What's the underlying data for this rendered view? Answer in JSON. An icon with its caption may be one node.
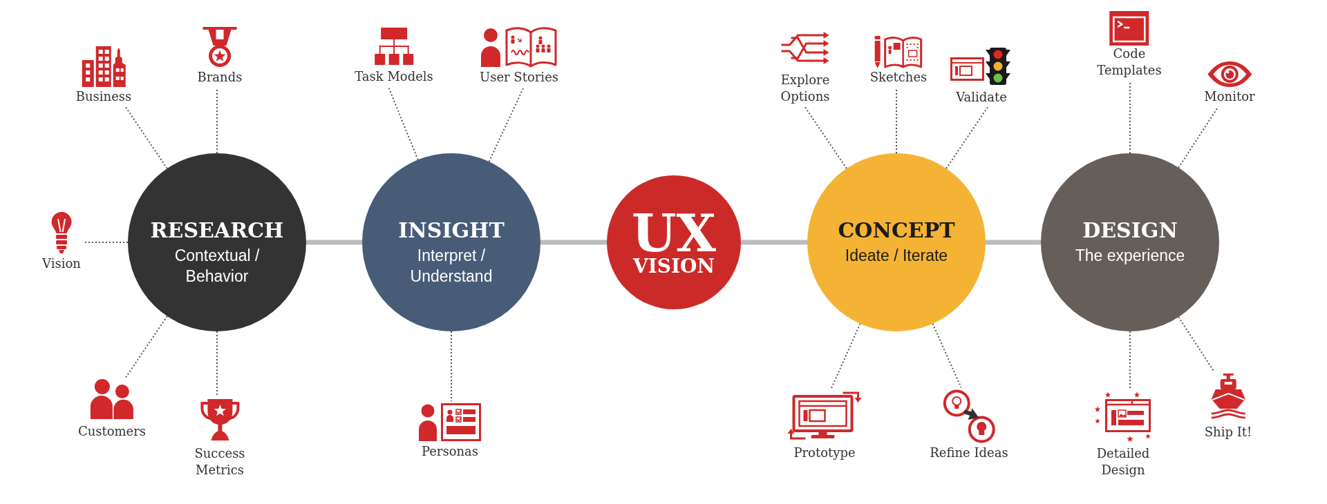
{
  "diagram": {
    "nodes": [
      {
        "text": [
          "RESEARCH",
          "Contextual / Behavior"
        ]
      },
      {
        "text": [
          "Business"
        ]
      },
      {
        "text": [
          "Brands"
        ]
      },
      {
        "text": [
          "Vision"
        ]
      },
      {
        "text": [
          "Customers"
        ]
      },
      {
        "text": [
          "Success Metrics"
        ]
      },
      {
        "text": [
          "INSIGHT",
          "Interpret / Understand"
        ]
      },
      {
        "text": [
          "Task Models"
        ]
      },
      {
        "text": [
          "User Stories"
        ]
      },
      {
        "text": [
          "Personas"
        ]
      },
      {
        "text": [
          "UX",
          "VISION"
        ]
      },
      {
        "text": [
          "CONCEPT",
          "Ideate / Iterate"
        ]
      },
      {
        "text": [
          "Explore Options"
        ]
      },
      {
        "text": [
          "Sketches"
        ]
      },
      {
        "text": [
          "Validate"
        ]
      },
      {
        "text": [
          "Prototype"
        ]
      },
      {
        "text": [
          "Refine Ideas"
        ]
      },
      {
        "text": [
          "DESIGN",
          "The experience"
        ]
      },
      {
        "text": [
          "Code Templates"
        ]
      },
      {
        "text": [
          "Monitor"
        ]
      },
      {
        "text": [
          "Detailed Design"
        ]
      },
      {
        "text": [
          "Ship It!"
        ]
      }
    ],
    "edges": [
      {
        "from": 0,
        "to": 6,
        "arrow": "none",
        "style": "thick",
        "color": "#bdbdbd"
      },
      {
        "from": 6,
        "to": 10,
        "arrow": "none",
        "style": "thick",
        "color": "#bdbdbd"
      },
      {
        "from": 10,
        "to": 11,
        "arrow": "none",
        "style": "thick",
        "color": "#bdbdbd"
      },
      {
        "from": 11,
        "to": 17,
        "arrow": "none",
        "style": "thick",
        "color": "#bdbdbd"
      },
      {
        "from": 0,
        "to": 1,
        "arrow": "none",
        "style": "dashed"
      },
      {
        "from": 0,
        "to": 2,
        "arrow": "none",
        "style": "dashed"
      },
      {
        "from": 0,
        "to": 3,
        "arrow": "none",
        "style": "dashed"
      },
      {
        "from": 0,
        "to": 4,
        "arrow": "none",
        "style": "dashed"
      },
      {
        "from": 0,
        "to": 5,
        "arrow": "none",
        "style": "dashed"
      },
      {
        "from": 6,
        "to": 7,
        "arrow": "none",
        "style": "dashed"
      },
      {
        "from": 6,
        "to": 8,
        "arrow": "none",
        "style": "dashed"
      },
      {
        "from": 6,
        "to": 9,
        "arrow": "none",
        "style": "dashed"
      },
      {
        "from": 11,
        "to": 12,
        "arrow": "none",
        "style": "dashed"
      },
      {
        "from": 11,
        "to": 13,
        "arrow": "none",
        "style": "dashed"
      },
      {
        "from": 11,
        "to": 14,
        "arrow": "none",
        "style": "dashed"
      },
      {
        "from": 11,
        "to": 15,
        "arrow": "none",
        "style": "dashed"
      },
      {
        "from": 11,
        "to": 16,
        "arrow": "none",
        "style": "dashed"
      },
      {
        "from": 17,
        "to": 18,
        "arrow": "none",
        "style": "dashed"
      },
      {
        "from": 17,
        "to": 19,
        "arrow": "none",
        "style": "dashed"
      },
      {
        "from": 17,
        "to": 20,
        "arrow": "none",
        "style": "dashed"
      },
      {
        "from": 17,
        "to": 21,
        "arrow": "none",
        "style": "dashed"
      }
    ]
  }
}
